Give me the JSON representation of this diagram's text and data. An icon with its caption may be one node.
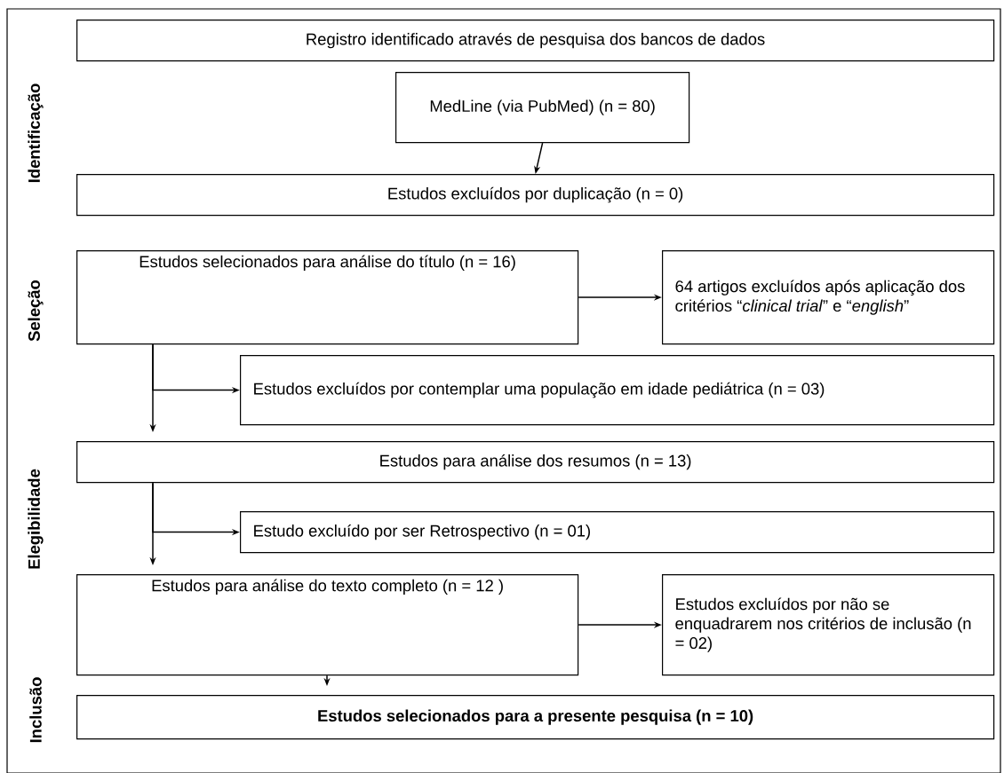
{
  "diagram": {
    "nodes": [
      {
        "text": [
          "Registro identificado através de pesquisa dos bancos de dados"
        ]
      },
      {
        "text": [
          "MedLine (via PubMed) (n = 80)"
        ]
      },
      {
        "text": [
          "Estudos excluídos por duplicação (n = 0)"
        ]
      },
      {
        "text": [
          "Estudos selecionados para análise do título (n = 16)"
        ]
      },
      {
        "text": [
          "64 artigos excluídos após aplicação dos critérios “*clinical trial*” e “*english*”"
        ]
      },
      {
        "text": [
          "Estudos excluídos por contemplar uma população em idade pediátrica (n = 03)"
        ]
      },
      {
        "text": [
          "Estudos para análise dos resumos (n = 13)"
        ]
      },
      {
        "text": [
          "Estudo excluído por ser Retrospectivo (n = 01)"
        ]
      },
      {
        "text": [
          "Estudos para análise do texto completo (n = 12 )"
        ]
      },
      {
        "text": [
          "Estudos excluídos por não se enquadrarem nos critérios de inclusão (n = 02)"
        ]
      },
      {
        "text": [
          "Estudos selecionados para a presente pesquisa (n = 10)"
        ]
      }
    ],
    "edges": [
      {
        "from": 1,
        "to": 2,
        "arrow": "to"
      },
      {
        "from": 3,
        "to": 4,
        "arrow": "to"
      },
      {
        "from": 3,
        "to": 6,
        "arrow": "to"
      },
      {
        "from": 3,
        "to": 5,
        "arrow": "to"
      },
      {
        "from": 6,
        "to": 8,
        "arrow": "to"
      },
      {
        "from": 6,
        "to": 7,
        "arrow": "to"
      },
      {
        "from": 8,
        "to": 9,
        "arrow": "to"
      },
      {
        "from": 8,
        "to": 10,
        "arrow": "to"
      }
    ],
    "labels": [
      "Identificação",
      "Seleção",
      "Elegibilidade",
      "Inclusão"
    ]
  }
}
